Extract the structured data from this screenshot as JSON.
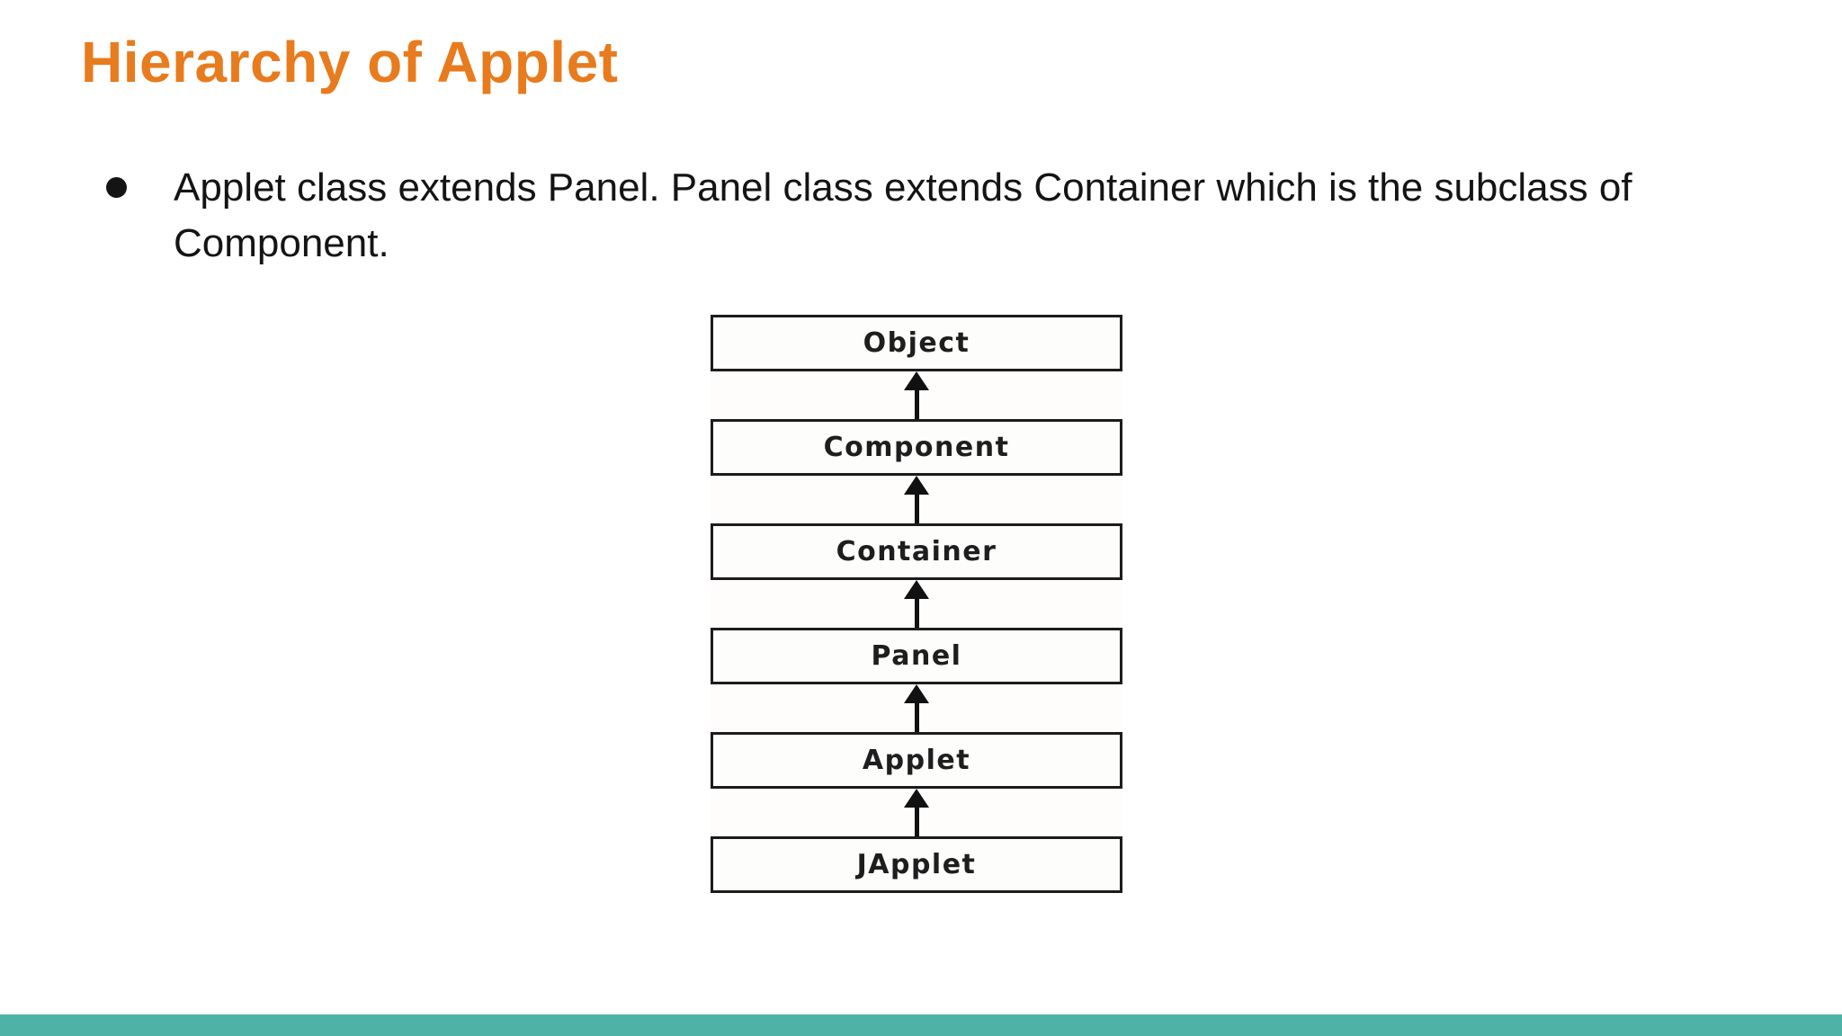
{
  "slide": {
    "title": "Hierarchy of Applet",
    "bullets": [
      "Applet class extends Panel. Panel class extends Container which is the subclass of Component."
    ]
  },
  "diagram": {
    "type": "class-hierarchy",
    "arrow_direction": "up",
    "nodes": [
      {
        "label": "Object"
      },
      {
        "label": "Component"
      },
      {
        "label": "Container"
      },
      {
        "label": "Panel"
      },
      {
        "label": "Applet"
      },
      {
        "label": "JApplet"
      }
    ]
  },
  "colors": {
    "title": "#e87b1e",
    "footer_bar": "#4fb2a7",
    "box_border": "#1c1c1c",
    "body_text": "#141414"
  }
}
